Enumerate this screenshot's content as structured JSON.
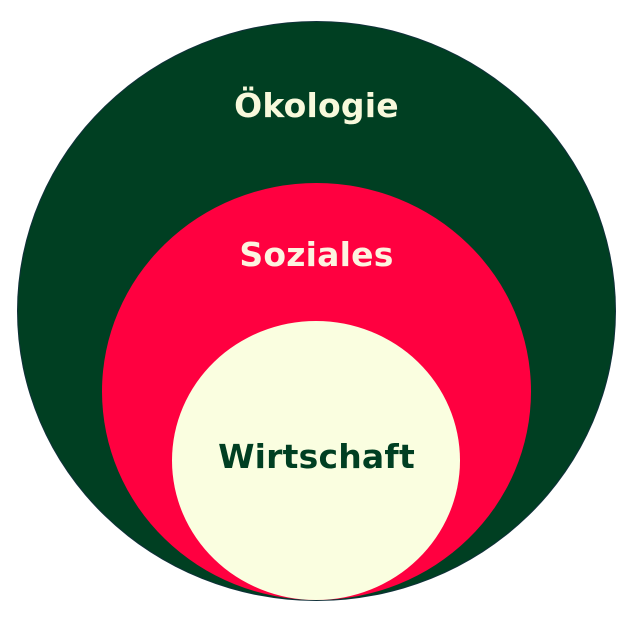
{
  "diagram": {
    "type": "nested-circles",
    "circles": [
      {
        "label": "Ökologie",
        "fill": "#003f22",
        "text_color": "#f8f9dc"
      },
      {
        "label": "Soziales",
        "fill": "#ff0040",
        "text_color": "#fdf3e0"
      },
      {
        "label": "Wirtschaft",
        "fill": "#fafee0",
        "text_color": "#003f22"
      }
    ]
  }
}
